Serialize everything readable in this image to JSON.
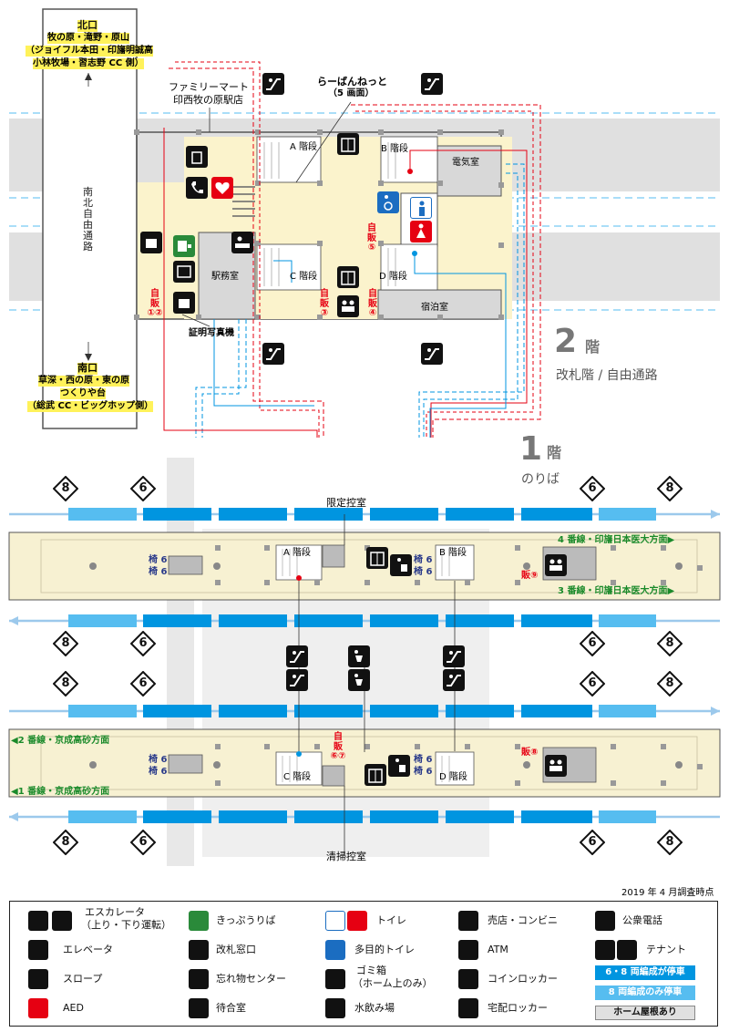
{
  "north_exit": {
    "title": "北口",
    "line1": "牧の原・滝野・原山",
    "line2": "（ジョイフル本田・印旛明誠高",
    "line3": "小林牧場・習志野 CC 側）"
  },
  "south_exit": {
    "title": "南口",
    "line1": "草深・西の原・東の原",
    "line2": "つくりや台",
    "line3": "（総武 CC・ビッグホップ側）"
  },
  "passage_label": "南北自由通路",
  "floor2": {
    "number": "2",
    "suffix": "階",
    "subtitle": "改札階 / 自由通路",
    "shop_name_1": "ファミリーマート",
    "shop_name_2": "印西牧の原駅店",
    "info_screen_1": "らーばんねっと",
    "info_screen_2": "（5 画面）",
    "stairs_a": "A 階段",
    "stairs_b": "B 階段",
    "stairs_c": "C 階段",
    "stairs_d": "D 階段",
    "electric_room": "電気室",
    "station_office": "駅務室",
    "night_room": "宿泊室",
    "photo_booth": "証明写真機",
    "vending_12_a": "自",
    "vending_12_b": "販",
    "vending_12_c": "①②",
    "vending_3_a": "自",
    "vending_3_b": "販",
    "vending_3_c": "③",
    "vending_4_a": "自",
    "vending_4_b": "販",
    "vending_4_c": "④",
    "vending_5_a": "自",
    "vending_5_b": "販",
    "vending_5_c": "⑤"
  },
  "floor1": {
    "number": "1",
    "suffix": "階",
    "subtitle": "のりば",
    "restricted_room": "限定控室",
    "cleaning_room": "清掃控室",
    "track4": "4 番線・印旛日本医大方面▶",
    "track3": "3 番線・印旛日本医大方面▶",
    "track2": "◀2 番線・京成高砂方面",
    "track1": "◀1 番線・京成高砂方面",
    "bench_a": "椅 6",
    "bench_b": "椅 6",
    "stairs_a": "A 階段",
    "stairs_b": "B 階段",
    "stairs_c": "C 階段",
    "stairs_d": "D 階段",
    "vending_9": "販⑨",
    "vending_8": "販⑧",
    "vending_67_a": "自",
    "vending_67_b": "販",
    "vending_67_c": "⑥⑦",
    "car8": "8",
    "car6": "6"
  },
  "legend": {
    "survey_date": "2019 年 4 月調査時点",
    "escalator": "エスカレータ",
    "escalator_sub": "（上り・下り運転）",
    "elevator": "エレベータ",
    "slope": "スロープ",
    "aed": "AED",
    "ticket": "きっぷうりば",
    "gate_window": "改札窓口",
    "lost_found": "忘れ物センター",
    "waiting": "待合室",
    "toilet": "トイレ",
    "multi_toilet": "多目的トイレ",
    "trash": "ゴミ箱",
    "trash_sub": "（ホーム上のみ）",
    "water": "水飲み場",
    "shop": "売店・コンビニ",
    "atm": "ATM",
    "coin_locker": "コインロッカー",
    "delivery_locker": "宅配ロッカー",
    "phone": "公衆電話",
    "tenant": "テナント",
    "stop_68": "6・8 両編成が停車",
    "stop_8": "8 両編成のみ停車",
    "roof": "ホーム屋根あり"
  },
  "colors": {
    "track_blue": "#0095e0",
    "track_light": "#56bdf0",
    "platform": "#f7f1d2",
    "rail_bg": "#e0e0e0",
    "exit_yellow": "#fff25a",
    "track_green": "#1a8a2a",
    "red": "#e60012"
  }
}
